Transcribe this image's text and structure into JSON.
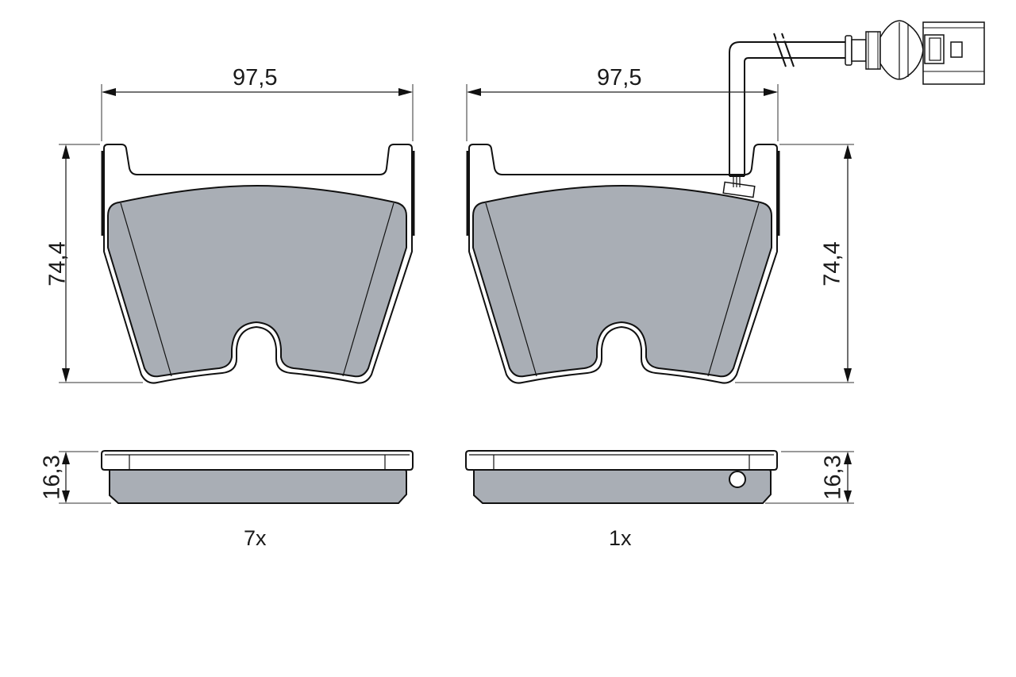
{
  "drawing": {
    "subject": "Brake pad set technical drawing",
    "colors": {
      "friction_material": "#a9aeb5",
      "outline": "#111111",
      "background": "#ffffff"
    },
    "left_pad": {
      "width_label": "97,5",
      "height_label": "74,4",
      "thickness_label": "16,3",
      "quantity_label": "7x"
    },
    "right_pad": {
      "width_label": "97,5",
      "height_label": "74,4",
      "thickness_label": "16,3",
      "quantity_label": "1x",
      "has_wear_sensor": true
    }
  }
}
